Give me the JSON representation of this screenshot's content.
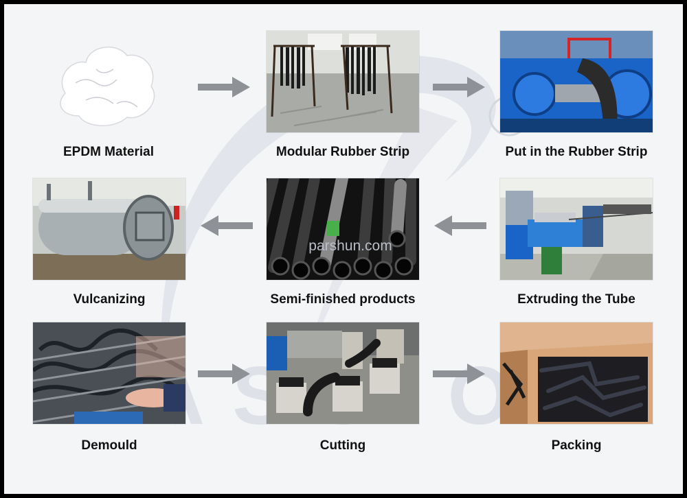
{
  "watermark": {
    "site": "parshun.com",
    "brand_letters": "PASSION"
  },
  "steps": [
    {
      "id": "epdm",
      "label": "EPDM Material"
    },
    {
      "id": "strip",
      "label": "Modular Rubber Strip"
    },
    {
      "id": "put",
      "label": "Put in the Rubber Strip"
    },
    {
      "id": "vulc",
      "label": "Vulcanizing"
    },
    {
      "id": "semi",
      "label": "Semi-finished products"
    },
    {
      "id": "extrude",
      "label": "Extruding the Tube"
    },
    {
      "id": "demould",
      "label": "Demould"
    },
    {
      "id": "cutting",
      "label": "Cutting"
    },
    {
      "id": "packing",
      "label": "Packing"
    }
  ],
  "flow_arrows": [
    {
      "from": "EPDM Material",
      "to": "Modular Rubber Strip",
      "direction": "right"
    },
    {
      "from": "Modular Rubber Strip",
      "to": "Put in the Rubber Strip",
      "direction": "right"
    },
    {
      "from": "Extruding the Tube",
      "to": "Semi-finished products",
      "direction": "left"
    },
    {
      "from": "Semi-finished products",
      "to": "Vulcanizing",
      "direction": "left"
    },
    {
      "from": "Demould",
      "to": "Cutting",
      "direction": "right"
    },
    {
      "from": "Cutting",
      "to": "Packing",
      "direction": "right"
    }
  ],
  "colors": {
    "background": "#f4f5f7",
    "border": "#000000",
    "arrow": "#8e9196",
    "watermark": "#c8cdd6",
    "label": "#111111",
    "machine_blue": "#1a64c8",
    "cardboard": "#c9956a"
  }
}
